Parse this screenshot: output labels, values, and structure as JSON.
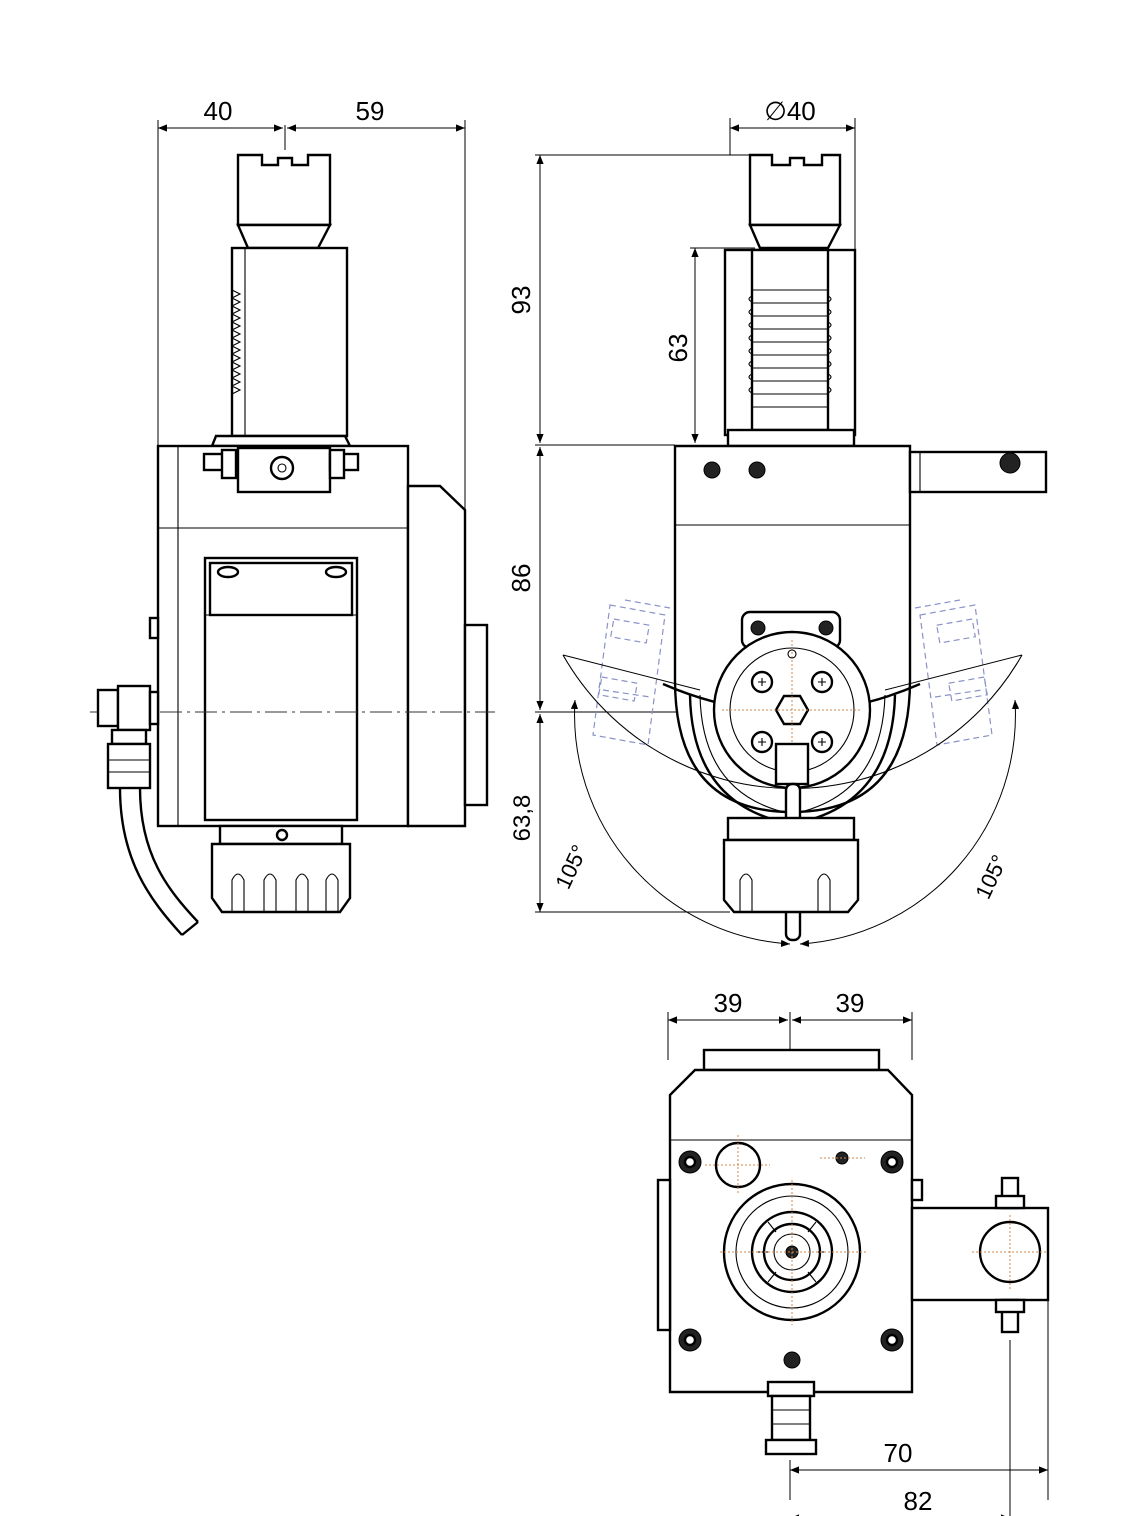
{
  "dimensions": {
    "side_width_left": "40",
    "side_width_right": "59",
    "front_diameter": "∅40",
    "height_total_top": "93",
    "shank_length": "63",
    "body_height": "86",
    "lower_height": "63,8",
    "swivel_angle_left": "105°",
    "swivel_angle_right": "105°",
    "bottom_width_left": "39",
    "bottom_width_right": "39",
    "offset_70": "70",
    "offset_82": "82"
  },
  "colors": {
    "outline": "#000000",
    "ghost_outline": "#8a93c8",
    "center_marks": "#d0874a"
  }
}
